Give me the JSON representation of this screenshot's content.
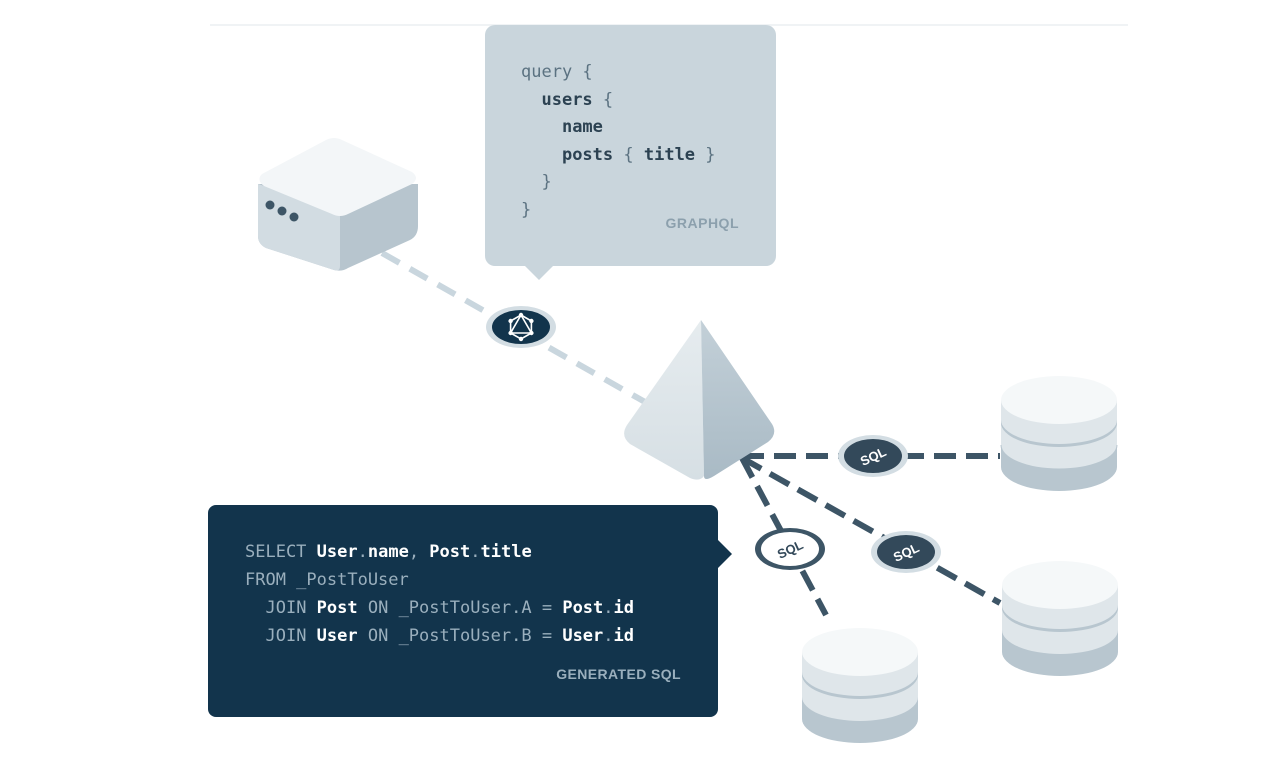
{
  "graphql_bubble": {
    "lines": [
      {
        "indent": "",
        "parts": [
          {
            "t": "query {",
            "b": false
          }
        ]
      },
      {
        "indent": "  ",
        "parts": [
          {
            "t": "users",
            "b": true
          },
          {
            "t": " {",
            "b": false
          }
        ]
      },
      {
        "indent": "    ",
        "parts": [
          {
            "t": "name",
            "b": true
          }
        ]
      },
      {
        "indent": "    ",
        "parts": [
          {
            "t": "posts",
            "b": true
          },
          {
            "t": " { ",
            "b": false
          },
          {
            "t": "title",
            "b": true
          },
          {
            "t": " }",
            "b": false
          }
        ]
      },
      {
        "indent": "  ",
        "parts": [
          {
            "t": "}",
            "b": false
          }
        ]
      },
      {
        "indent": "",
        "parts": [
          {
            "t": "}",
            "b": false
          }
        ]
      }
    ],
    "label": "GRAPHQL"
  },
  "sql_bubble": {
    "lines": [
      {
        "indent": "",
        "parts": [
          {
            "t": "SELECT ",
            "b": false
          },
          {
            "t": "User",
            "b": true
          },
          {
            "t": ".",
            "b": false
          },
          {
            "t": "name",
            "b": true
          },
          {
            "t": ", ",
            "b": false
          },
          {
            "t": "Post",
            "b": true
          },
          {
            "t": ".",
            "b": false
          },
          {
            "t": "title",
            "b": true
          }
        ]
      },
      {
        "indent": "",
        "parts": [
          {
            "t": "FROM _PostToUser",
            "b": false
          }
        ]
      },
      {
        "indent": "  ",
        "parts": [
          {
            "t": "JOIN ",
            "b": false
          },
          {
            "t": "Post",
            "b": true
          },
          {
            "t": " ON _PostToUser.A = ",
            "b": false
          },
          {
            "t": "Post",
            "b": true
          },
          {
            "t": ".",
            "b": false
          },
          {
            "t": "id",
            "b": true
          }
        ]
      },
      {
        "indent": "  ",
        "parts": [
          {
            "t": "JOIN ",
            "b": false
          },
          {
            "t": "User",
            "b": true
          },
          {
            "t": " ON _PostToUser.B = ",
            "b": false
          },
          {
            "t": "User",
            "b": true
          },
          {
            "t": ".",
            "b": false
          },
          {
            "t": "id",
            "b": true
          }
        ]
      }
    ],
    "label": "GENERATED SQL"
  },
  "badges": {
    "sql_top": "SQL",
    "sql_bottom": "SQL",
    "sql_middle": "SQL"
  },
  "icons": {
    "client": "client-server-icon",
    "graphql": "graphql-logo-icon",
    "engine": "prisma-pyramid-icon",
    "database": "database-cylinder-icon"
  },
  "colors": {
    "dark_navy": "#12344c",
    "light_slate": "#c9d5dc",
    "connector_light": "#c9d6de",
    "connector_dark": "#3d5566",
    "db_body": "#dfe6ea",
    "db_shadow": "#b8c6cf"
  }
}
